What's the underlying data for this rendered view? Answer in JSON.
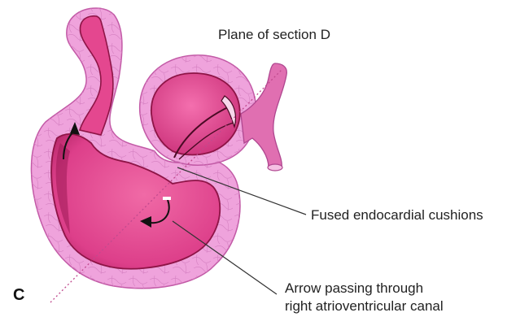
{
  "panel_letter": "C",
  "labels": {
    "plane": "Plane of section D",
    "cushions": "Fused endocardial cushions",
    "arrow_line1": "Arrow passing through",
    "arrow_line2": "right atrioventricular canal"
  },
  "colors": {
    "outer_tissue": "#efa3dc",
    "outer_edge": "#c25aa6",
    "lumen": "#e4478f",
    "lumen_dark": "#8e1446",
    "vessel": "#e06fb1",
    "leader_line": "#333333"
  }
}
